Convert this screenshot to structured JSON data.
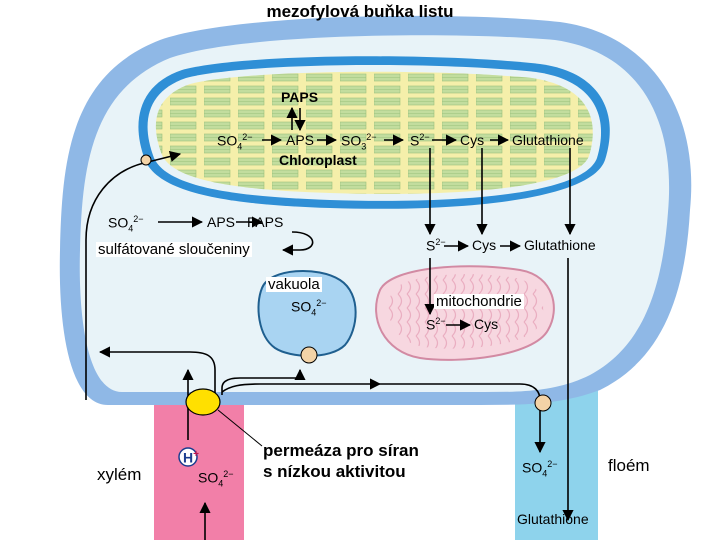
{
  "title": "mezofylová buňka listu",
  "labels": {
    "xylem": "xylém",
    "phloem": "floém",
    "vacuole": "vakuola",
    "mitochondria": "mitochondrie",
    "sulfated_compounds": "sulfátované sloučeniny",
    "permease_line1": "permeáza pro síran",
    "permease_line2": "s nízkou aktivitou"
  },
  "chloroplast": {
    "name": "Chloroplast",
    "paps": "PAPS",
    "pathway": [
      "SO4 2−",
      "APS",
      "SO3 2−",
      "S2−",
      "Cys",
      "Glutathione"
    ]
  },
  "cytosol": {
    "pathway": [
      "SO4 2−",
      "APS",
      "PAPS"
    ],
    "reduced": [
      "S2−",
      "Cys",
      "Glutathione"
    ]
  },
  "vacuole_content": "SO4 2−",
  "mitochondria_content": [
    "S2−",
    "Cys"
  ],
  "xylem_content": [
    "H+",
    "SO4 2−"
  ],
  "phloem_content": [
    "SO4 2−",
    "Glutathione"
  ],
  "colors": {
    "cell_wall": "#8fb8e6",
    "cytoplasm": "#e8f3f8",
    "chloroplast_outer": "#2f8fd6",
    "chloroplast_inner": "#f5efaa",
    "thylakoid": "#b8d89e",
    "vacuole": "#a9d4f2",
    "mitochondria": "#f7d7e0",
    "xylem": "#f27fa8",
    "phloem": "#8ed3ec",
    "transporter": "#f3d3a7",
    "permease": "#ffe000"
  }
}
